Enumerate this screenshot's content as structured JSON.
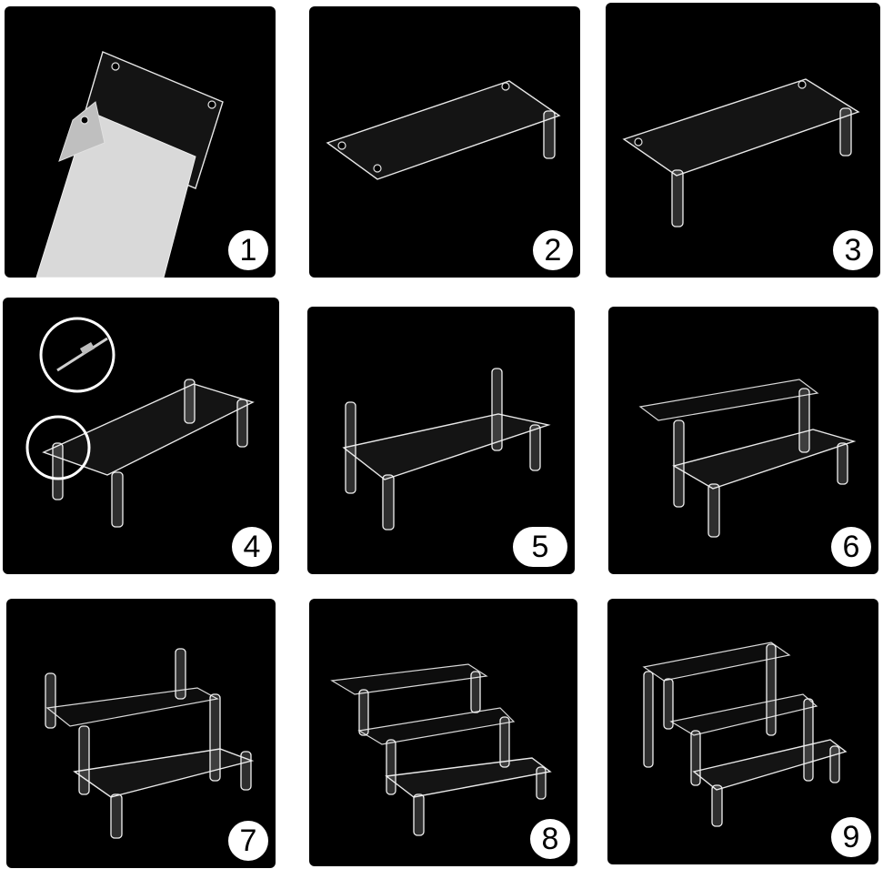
{
  "steps": [
    {
      "number": "1",
      "icon": "peel-film-icon"
    },
    {
      "number": "2",
      "icon": "board-one-leg-icon"
    },
    {
      "number": "3",
      "icon": "board-two-legs-icon"
    },
    {
      "number": "4",
      "icon": "screw-detail-icon"
    },
    {
      "number": "5",
      "icon": "extension-rods-icon"
    },
    {
      "number": "6",
      "icon": "two-tier-icon"
    },
    {
      "number": "7",
      "icon": "two-tier-rods-icon"
    },
    {
      "number": "8",
      "icon": "three-tier-icon"
    },
    {
      "number": "9",
      "icon": "three-tier-finished-icon"
    }
  ],
  "colors": {
    "panel": "#000000",
    "badge": "#ffffff",
    "acrylic": "#e8e8e8"
  }
}
